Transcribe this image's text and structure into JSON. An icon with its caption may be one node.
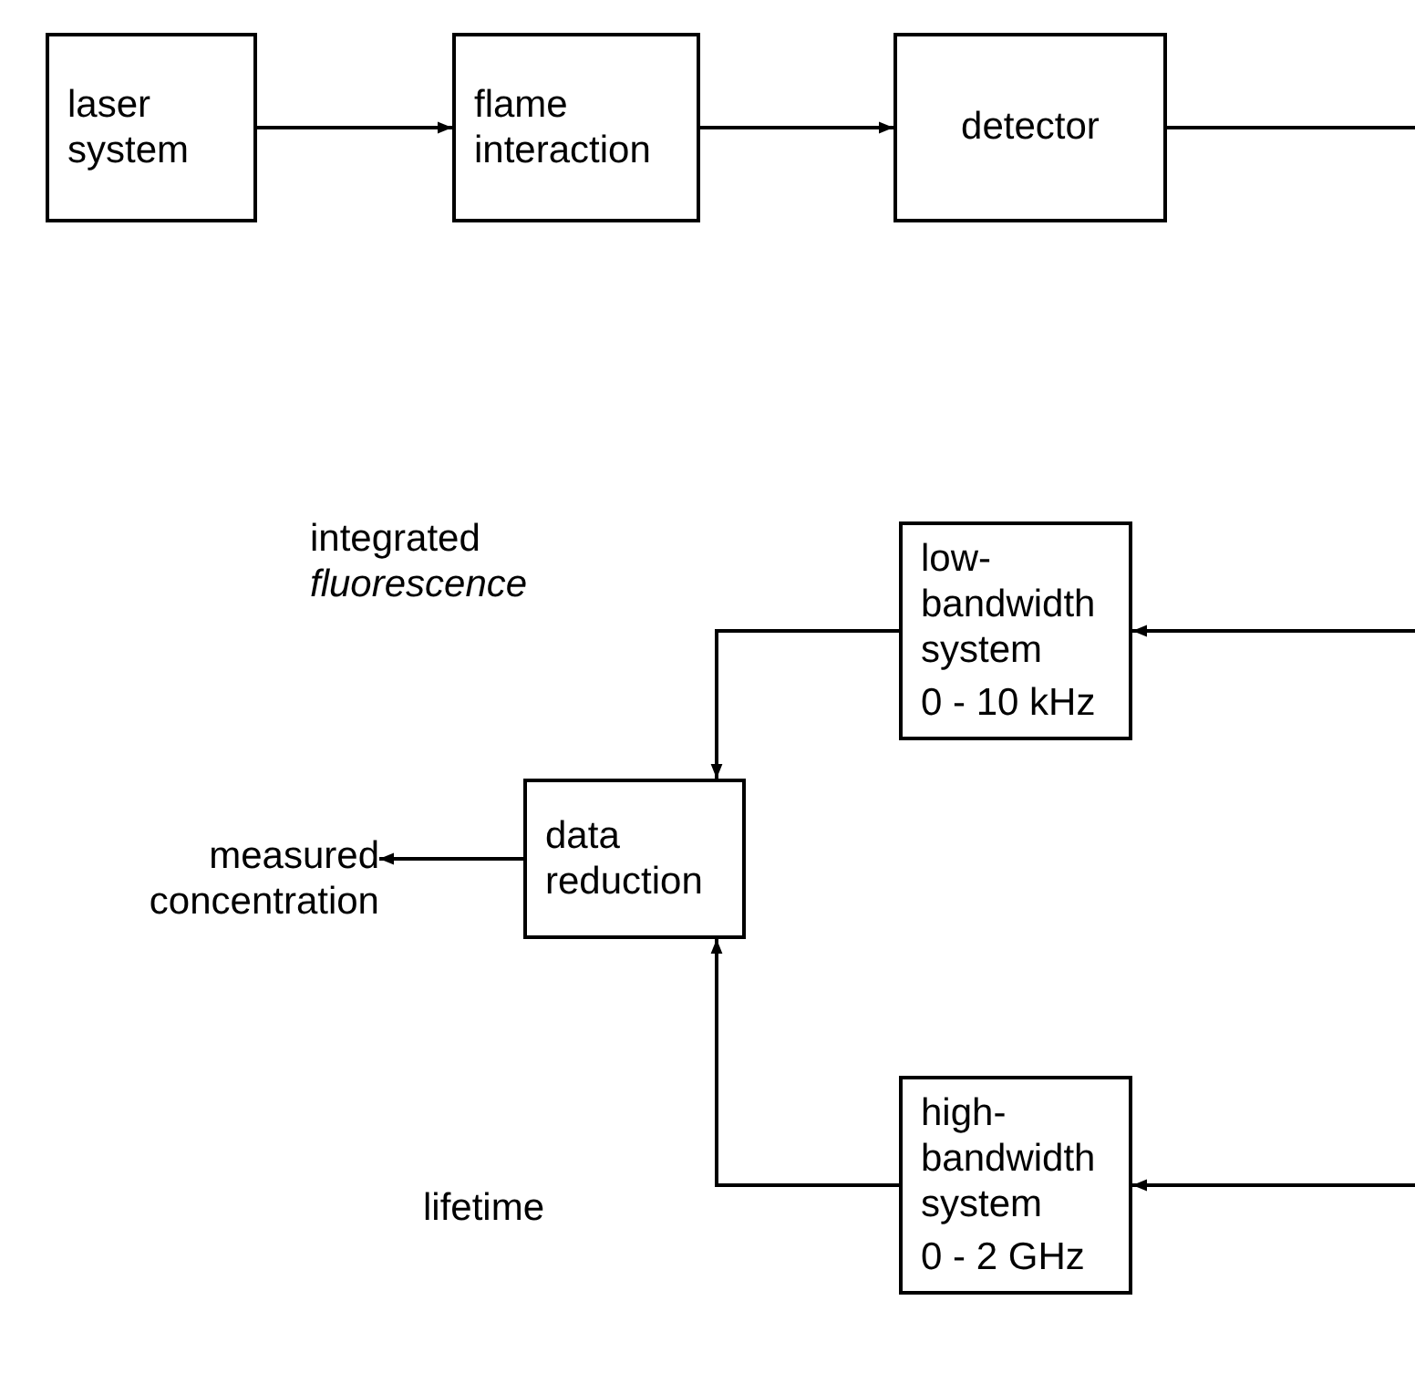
{
  "diagram": {
    "nodes": [
      {
        "text": [
          "laser system"
        ]
      },
      {
        "text": [
          "flame interaction"
        ]
      },
      {
        "text": [
          "detector"
        ]
      },
      {
        "text": [
          "low- bandwidth system",
          "0 - 10 kHz"
        ]
      },
      {
        "text": [
          "data reduction"
        ]
      },
      {
        "text": [
          "measured concentration"
        ]
      },
      {
        "text": [
          "high- bandwidth system",
          "0 - 2 GHz"
        ]
      }
    ],
    "edges": [
      {
        "from": 0,
        "to": 1,
        "arrow": "to"
      },
      {
        "from": 1,
        "to": 2,
        "arrow": "to"
      },
      {
        "from": 2,
        "to": null,
        "arrow": "none"
      },
      {
        "from": null,
        "to": 3,
        "arrow": "to"
      },
      {
        "from": null,
        "to": 6,
        "arrow": "to"
      },
      {
        "from": 3,
        "to": 4,
        "arrow": "to"
      },
      {
        "from": 6,
        "to": 4,
        "arrow": "to"
      },
      {
        "from": 4,
        "to": 5,
        "arrow": "to"
      }
    ],
    "labels": [
      "integrated *fluorescence*",
      "lifetime"
    ]
  }
}
